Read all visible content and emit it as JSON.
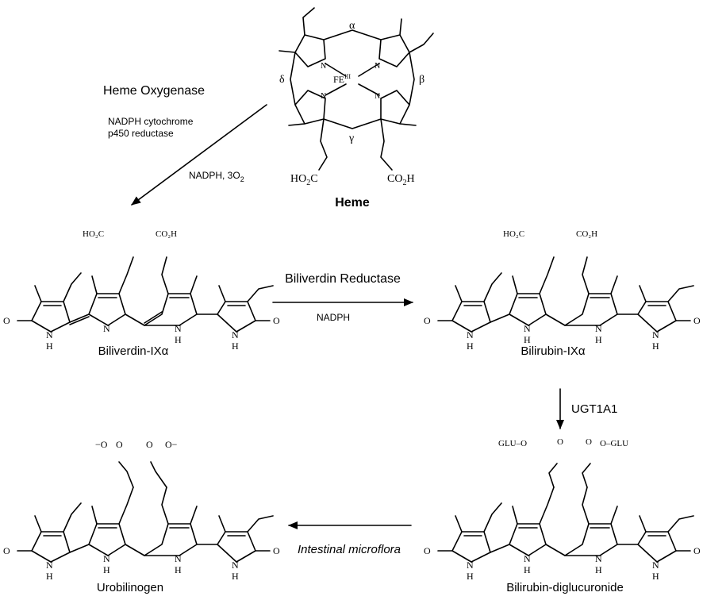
{
  "colors": {
    "ink": "#000000",
    "background": "#ffffff"
  },
  "molecules": {
    "heme": {
      "name": "Heme",
      "iron": "FE",
      "iron_sup": "III",
      "bridges": {
        "alpha": "α",
        "beta": "β",
        "gamma": "γ",
        "delta": "δ"
      },
      "n_label": "N",
      "left_acid": {
        "a": "HO",
        "sub": "2",
        "b": "C"
      },
      "right_acid": {
        "a": "CO",
        "sub": "2",
        "b": "H"
      }
    },
    "biliverdin": {
      "name": "Biliverdin-IXα",
      "acid_left": "HO₂C",
      "acid_right": "CO₂H",
      "atom_o": "O",
      "atom_n": "N",
      "atom_h": "H"
    },
    "bilirubin": {
      "name": "Bilirubin-IXα",
      "acid_left": "HO₂C",
      "acid_right": "CO₂H"
    },
    "diglucuronide": {
      "name": "Bilirubin-diglucuronide",
      "glu_left": "GLU–O",
      "glu_right": "O–GLU",
      "carbonyl_o": "O"
    },
    "urobilinogen": {
      "name": "Urobilinogen",
      "carboxylate_o": "O",
      "charge": "−"
    }
  },
  "reactions": {
    "heme_oxygenase": {
      "enzyme": "Heme Oxygenase",
      "cofactor_line1": "NADPH cytochrome",
      "cofactor_line2": "p450 reductase",
      "cofactor_a": "NADPH, 3O",
      "cofactor_sub": "2"
    },
    "biliverdin_reductase": {
      "enzyme": "Biliverdin Reductase",
      "cofactor": "NADPH"
    },
    "ugt": {
      "enzyme": "UGT1A1"
    },
    "microflora": {
      "agent": "Intestinal microflora"
    }
  }
}
